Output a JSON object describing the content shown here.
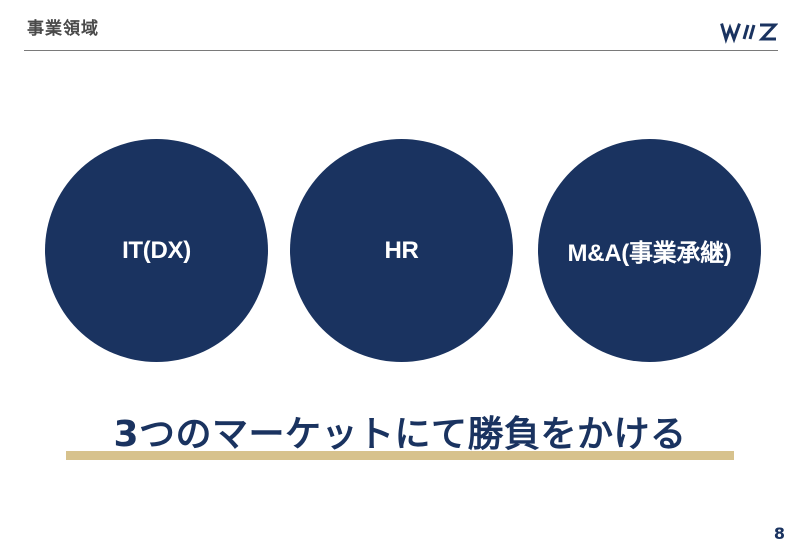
{
  "header": {
    "section_title": "事業領域",
    "logo_text": "WIZ"
  },
  "circles": [
    {
      "label": "IT(DX)"
    },
    {
      "label": "HR"
    },
    {
      "label": "M&A(事業承継)"
    }
  ],
  "tagline": "3つのマーケットにて勝負をかける",
  "page_number": "8",
  "colors": {
    "navy": "#1a3360",
    "gold_underline": "#d7c28d",
    "header_text": "#4a4a4a"
  }
}
